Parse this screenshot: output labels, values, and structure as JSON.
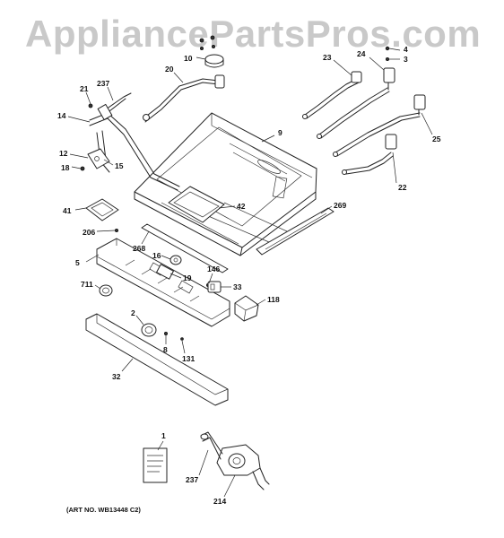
{
  "watermark": "AppliancePartsPros.com",
  "art_number": "(ART NO. WB13448 C2)",
  "callouts": [
    {
      "id": "c-9",
      "label": "9"
    },
    {
      "id": "c-10",
      "label": "10"
    },
    {
      "id": "c-20",
      "label": "20"
    },
    {
      "id": "c-21",
      "label": "21"
    },
    {
      "id": "c-237a",
      "label": "237"
    },
    {
      "id": "c-14",
      "label": "14"
    },
    {
      "id": "c-12",
      "label": "12"
    },
    {
      "id": "c-18",
      "label": "18"
    },
    {
      "id": "c-15",
      "label": "15"
    },
    {
      "id": "c-23",
      "label": "23"
    },
    {
      "id": "c-24",
      "label": "24"
    },
    {
      "id": "c-4",
      "label": "4"
    },
    {
      "id": "c-3",
      "label": "3"
    },
    {
      "id": "c-25",
      "label": "25"
    },
    {
      "id": "c-22",
      "label": "22"
    },
    {
      "id": "c-41",
      "label": "41"
    },
    {
      "id": "c-42",
      "label": "42"
    },
    {
      "id": "c-269",
      "label": "269"
    },
    {
      "id": "c-206",
      "label": "206"
    },
    {
      "id": "c-268",
      "label": "268"
    },
    {
      "id": "c-5",
      "label": "5"
    },
    {
      "id": "c-16",
      "label": "16"
    },
    {
      "id": "c-19",
      "label": "19"
    },
    {
      "id": "c-146",
      "label": "146"
    },
    {
      "id": "c-33",
      "label": "33"
    },
    {
      "id": "c-711",
      "label": "711"
    },
    {
      "id": "c-118",
      "label": "118"
    },
    {
      "id": "c-2",
      "label": "2"
    },
    {
      "id": "c-8",
      "label": "8"
    },
    {
      "id": "c-131",
      "label": "131"
    },
    {
      "id": "c-32",
      "label": "32"
    },
    {
      "id": "c-1",
      "label": "1"
    },
    {
      "id": "c-237b",
      "label": "237"
    },
    {
      "id": "c-214",
      "label": "214"
    }
  ]
}
